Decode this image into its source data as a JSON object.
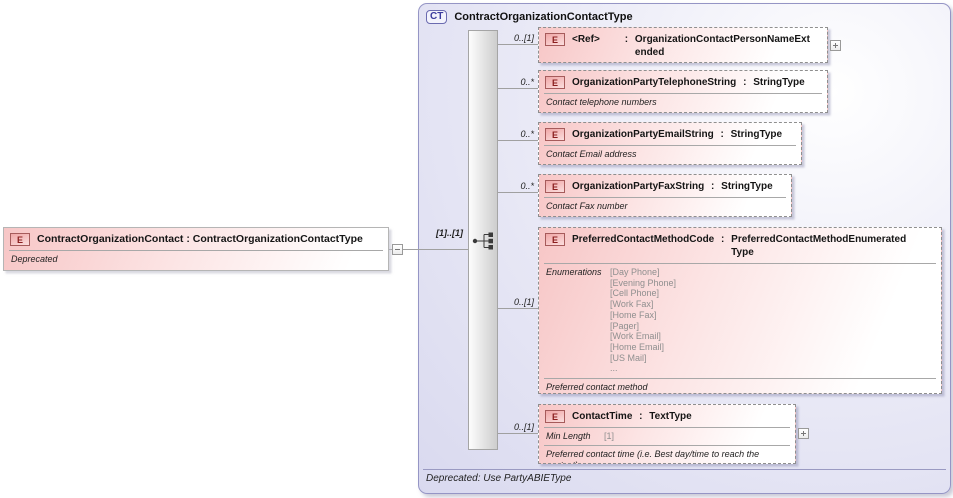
{
  "punct": {
    "colon": ":"
  },
  "source_element": {
    "icon": "E",
    "title": "ContractOrganizationContact : ContractOrganizationContactType",
    "annotation": "Deprecated"
  },
  "link": {
    "cardinality": "[1]..[1]"
  },
  "container": {
    "badge": "CT",
    "title": "ContractOrganizationContactType",
    "footer_annotation": "Deprecated: Use PartyABIEType"
  },
  "elements": [
    {
      "icon": "E",
      "cardinality": "0..[1]",
      "name": "<Ref>",
      "type": "OrganizationContactPersonNameExtended"
    },
    {
      "icon": "E",
      "cardinality": "0..*",
      "name": "OrganizationPartyTelephoneString",
      "type": "StringType",
      "annotation": "Contact telephone numbers"
    },
    {
      "icon": "E",
      "cardinality": "0..*",
      "name": "OrganizationPartyEmailString",
      "type": "StringType",
      "annotation": "Contact Email address"
    },
    {
      "icon": "E",
      "cardinality": "0..*",
      "name": "OrganizationPartyFaxString",
      "type": "StringType",
      "annotation": "Contact Fax number"
    },
    {
      "icon": "E",
      "cardinality": "0..[1]",
      "name": "PreferredContactMethodCode",
      "type": "PreferredContactMethodEnumeratedType",
      "enumerations_label": "Enumerations",
      "enumerations": [
        "[Day Phone]",
        "[Evening Phone]",
        "[Cell Phone]",
        "[Work Fax]",
        "[Home Fax]",
        "[Pager]",
        "[Work Email]",
        "[Home Email]",
        "[US Mail]",
        "..."
      ],
      "annotation": "Preferred contact method"
    },
    {
      "icon": "E",
      "cardinality": "0..[1]",
      "name": "ContactTime",
      "type": "TextType",
      "facet_label": "Min Length",
      "facet_value": "[1]",
      "annotation": "Preferred contact time (i.e. Best day/time to reach the contact)."
    }
  ]
}
